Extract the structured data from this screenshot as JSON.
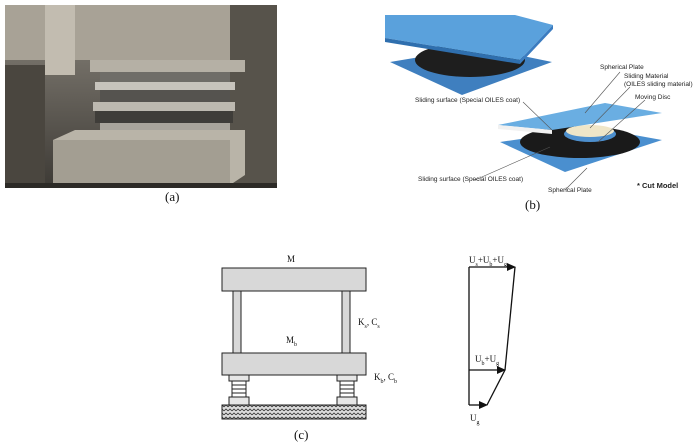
{
  "panels": {
    "a": {
      "caption": "(a)"
    },
    "b": {
      "caption": "(b)",
      "labels": {
        "spherical_plate_top": "Spherical Plate",
        "sliding_material": "Sliding Material",
        "sliding_material_sub": "(OILES sliding material)",
        "moving_disc": "Moving Disc",
        "sliding_surface_top": "Sliding surface (Special OILES coat)",
        "sliding_surface_bottom": "Sliding surface (Special OILES coat)",
        "spherical_plate_bottom": "Spherical Plate",
        "cut_model": "* Cut Model"
      }
    },
    "c": {
      "caption": "(c)",
      "labels": {
        "superstructure_mass": "M",
        "base_mass": "M",
        "base_mass_sub": "b",
        "structure_stiffness": "K",
        "structure_stiffness_sub": "s",
        "structure_damping": ", C",
        "structure_damping_sub": "s",
        "isolator_stiffness": "K",
        "isolator_stiffness_sub": "b",
        "isolator_damping": ", C",
        "isolator_damping_sub": "b",
        "disp_top": "U",
        "disp_top_sub1": "s",
        "disp_top_plus1": "+U",
        "disp_top_sub2": "b",
        "disp_top_plus2": "+U",
        "disp_top_sub3": "g",
        "disp_mid": "U",
        "disp_mid_sub1": "b",
        "disp_mid_plus": "+U",
        "disp_mid_sub2": "g",
        "disp_ground": "U",
        "disp_ground_sub": "g"
      }
    }
  },
  "colors": {
    "bearing_blue": "#4f94d0",
    "rubber": "#1c1c1c",
    "slab": "#d8d8d8"
  }
}
